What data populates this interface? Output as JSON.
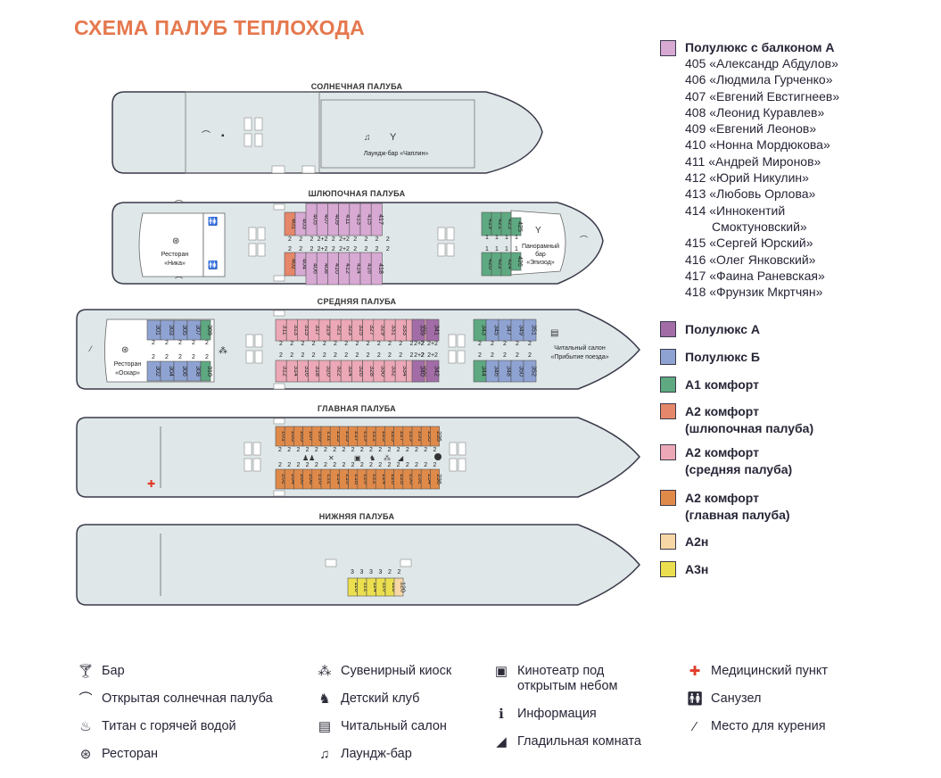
{
  "title": "СХЕМА ПАЛУБ ТЕПЛОХОДА",
  "decks": {
    "sun": "СОЛНЕЧНАЯ ПАЛУБА",
    "boat": "ШЛЮПОЧНАЯ ПАЛУБА",
    "middle": "СРЕДНЯЯ ПАЛУБА",
    "main": "ГЛАВНАЯ ПАЛУБА",
    "lower": "НИЖНЯЯ ПАЛУБА"
  },
  "plan_text": {
    "chaplin": "Лаундж-бар «Чаплин»",
    "nika_1": "Ресторан",
    "nika_2": "«Ника»",
    "episode_1": "Панорамный",
    "episode_2": "бар",
    "episode_3": "«Эпизод»",
    "oscar_1": "Ресторан",
    "oscar_2": "«Оскар»",
    "reading_1": "Читальный салон",
    "reading_2": "«Прибытие поезда»"
  },
  "colors": {
    "hull": "#dfe7e8",
    "outline": "#3a3a4a",
    "orange_title": "#e5784e",
    "semi_lux_balcony": "#d7a9d3",
    "semi_lux_a": "#a26da7",
    "semi_lux_b": "#8fa3d3",
    "a1": "#5ea981",
    "a2_boat": "#e5876a",
    "a2_middle": "#eca8b6",
    "a2_main": "#e08a4a",
    "a2n": "#f6d7a5",
    "a3n": "#ecdf4f"
  },
  "legend": {
    "semi_lux_balcony": {
      "label": "Полулюкс с балконом А",
      "names": [
        "405 «Александр Абдулов»",
        "406 «Людмила Гурченко»",
        "407 «Евгений Евстигнеев»",
        "408 «Леонид Куравлев»",
        "409 «Евгений Леонов»",
        "410 «Нонна Мордюкова»",
        "411 «Андрей Миронов»",
        "412 «Юрий Никулин»",
        "413 «Любовь Орлова»",
        "414 «Иннокентий",
        "Смоктуновский»",
        "415 «Сергей Юрский»",
        "416 «Олег Янковский»",
        "417 «Фаина Раневская»",
        "418 «Фрунзик Мкртчян»"
      ]
    },
    "semi_lux_a": "Полулюкс А",
    "semi_lux_b": "Полулюкс Б",
    "a1": "А1 комфорт",
    "a2_boat_1": "А2 комфорт",
    "a2_boat_2": "(шлюпочная палуба)",
    "a2_middle_1": "А2 комфорт",
    "a2_middle_2": "(средняя палуба)",
    "a2_main_1": "А2 комфорт",
    "a2_main_2": "(главная палуба)",
    "a2n": "А2н",
    "a3n": "А3н"
  },
  "icon_legend": {
    "bar": {
      "label": "Бар",
      "icon": "cocktail-icon"
    },
    "sundeck": {
      "label": "Открытая солнечная палуба",
      "icon": "sunbed-icon"
    },
    "boiler": {
      "label": "Титан с горячей водой",
      "icon": "boiler-icon"
    },
    "restaurant": {
      "label": "Ресторан",
      "icon": "plate-icon"
    },
    "souvenir": {
      "label": "Сувенирный киоск",
      "icon": "souvenir-icon"
    },
    "kids": {
      "label": "Детский клуб",
      "icon": "rocking-horse-icon"
    },
    "reading": {
      "label": "Читальный салон",
      "icon": "book-icon"
    },
    "lounge": {
      "label": "Лаундж-бар",
      "icon": "music-icon"
    },
    "cinema_1": {
      "label": "Кинотеатр под",
      "icon": "projector-icon"
    },
    "cinema_2": "открытым небом",
    "info": {
      "label": "Информация",
      "icon": "info-icon"
    },
    "ironing": {
      "label": "Гладильная комната",
      "icon": "iron-icon"
    },
    "medical": {
      "label": "Медицинский пункт",
      "icon": "medical-cross-icon"
    },
    "wc": {
      "label": "Санузел",
      "icon": "wc-icon"
    },
    "smoking": {
      "label": "Место для курения",
      "icon": "cigarette-icon"
    }
  }
}
